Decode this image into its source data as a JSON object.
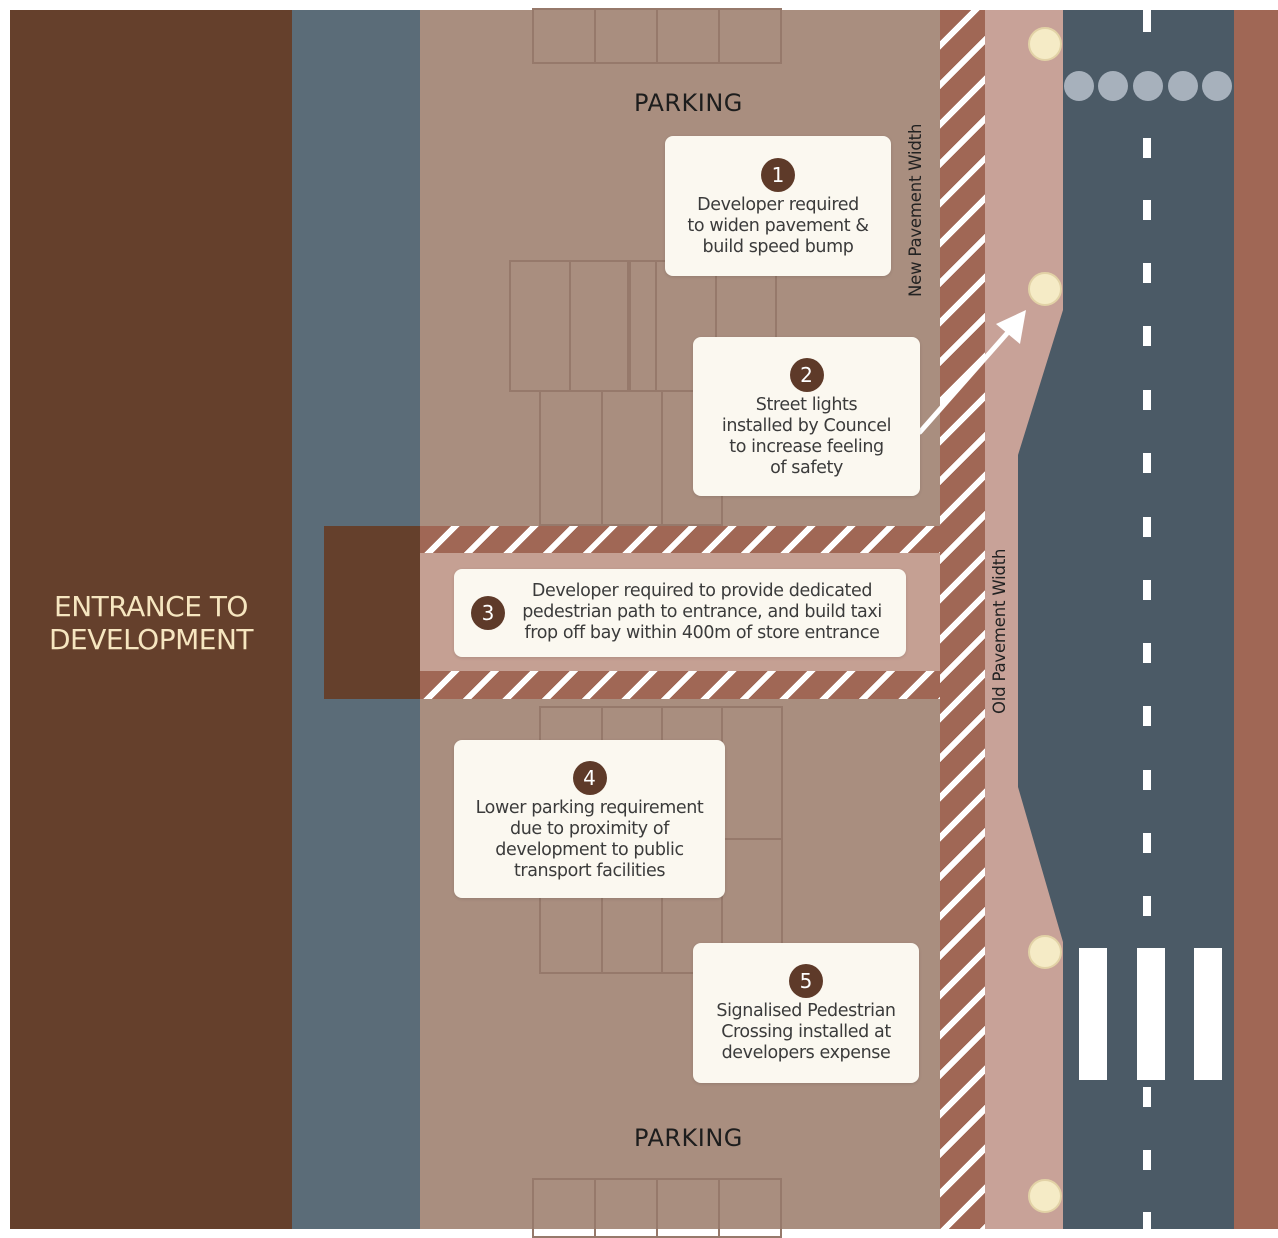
{
  "building": {
    "title_line1": "ENTRANCE TO",
    "title_line2": "DEVELOPMENT"
  },
  "parking": {
    "top_label": "PARKING",
    "bottom_label": "PARKING"
  },
  "pavement_labels": {
    "new": "New Pavement Width",
    "old": "Old Pavement Width"
  },
  "callouts": [
    {
      "number": "1",
      "text": [
        "Developer required",
        "to widen pavement &",
        "build speed bump"
      ]
    },
    {
      "number": "2",
      "text": [
        "Street lights",
        "installed by Councel",
        "to increase feeling",
        "of safety"
      ]
    },
    {
      "number": "3",
      "text": [
        "Developer required to provide dedicated",
        "pedestrian path to entrance, and build taxi",
        "frop off bay within 400m of store entrance"
      ]
    },
    {
      "number": "4",
      "text": [
        "Lower parking requirement",
        "due to proximity of",
        "development to public",
        "transport facilities"
      ]
    },
    {
      "number": "5",
      "text": [
        "Signalised Pedestrian",
        "Crossing installed at",
        "developers expense"
      ]
    }
  ],
  "colors": {
    "building": "#65402c",
    "text_light": "#f6e6c0",
    "side_strip": "#5b6c78",
    "parking_lot": "#a98e7f",
    "hatch": "#a06755",
    "pavement": "#c8a298",
    "road": "#4b5a66",
    "street_light": "#f5ebc6",
    "badge": "#5e3a29",
    "card": "#fbf8f0"
  },
  "icons": [
    "street-light-icon",
    "speed-bump-stud-icon",
    "arrow-icon",
    "zebra-crossing-icon"
  ]
}
